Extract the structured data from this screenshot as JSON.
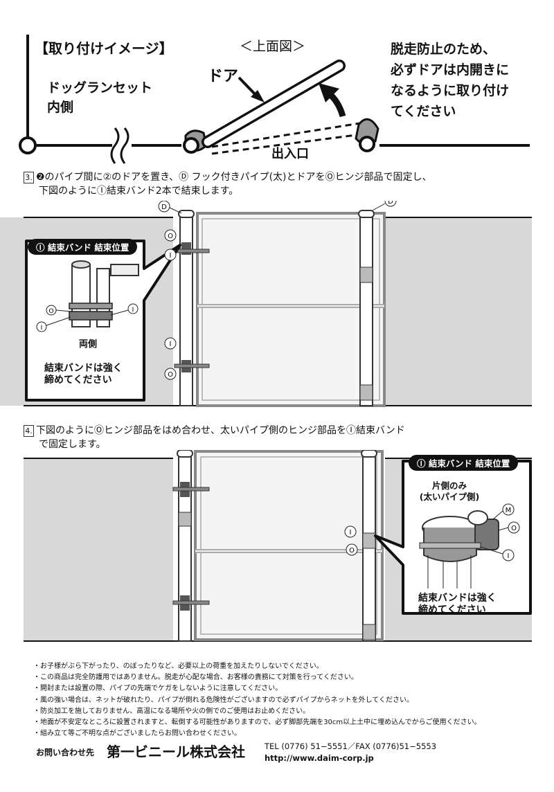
{
  "header": {
    "title": "【取り付けイメージ】",
    "top_view": "＜上面図＞",
    "door_label": "ドア",
    "inside_label_line1": "ドッグランセット",
    "inside_label_line2": "内側",
    "entrance_label": "出入口",
    "warning_lines": [
      "脱走防止のため、",
      "必ずドアは内開きに",
      "なるように取り付け",
      "てください"
    ]
  },
  "step3": {
    "number": "3.",
    "line1": "❷のパイプ間に②のドアを置き、Ⓓ フック付きパイプ(太)とドアをⓄヒンジ部品で固定し、",
    "line2": "下図のようにⒾ結束バンド2本で結束します。",
    "callout_title": "Ⓘ 結束バンド  結束位置",
    "both_sides": "両側",
    "tighten_line1": "結束バンドは強く",
    "tighten_line2": "締めてください",
    "labels": {
      "D": "D",
      "O": "O",
      "I": "I"
    }
  },
  "step4": {
    "number": "4.",
    "line1": "下図のようにⓄヒンジ部品をはめ合わせ、太いパイプ側のヒンジ部品をⒾ結束バンド",
    "line2": "で固定します。",
    "callout_title": "Ⓘ 結束バンド  結束位置",
    "one_side_line1": "片側のみ",
    "one_side_line2": "(太いパイプ側)",
    "tighten_line1": "結束バンドは強く",
    "tighten_line2": "締めてください",
    "labels": {
      "M": "M",
      "O": "O",
      "I": "I"
    }
  },
  "notes": [
    "・お子様がぶら下がったり、のぼったりなど、必要以上の荷重を加えたりしないでください。",
    "・この商品は完全防護用ではありません。脱走が心配な場合、お客様の責務にて対策を行ってください。",
    "・開封または設置の際、パイプの先端でケガをしないように注意してください。",
    "・風の強い場合は、ネットが破れたり、パイプが倒れる危険性がございますので必ずパイプからネットを外してください。",
    "・防炎加工を施しておりません、高温になる場所や火の側でのご使用はお止めください。",
    "・地面が不安定なところに設置されますと、転倒する可能性がありますので、必ず脚部先端を30cm以上土中に埋め込んでからご使用ください。",
    "・組み立て等ご不明な点がございましたらお問い合わせください。"
  ],
  "footer": {
    "contact_label": "お問い合わせ先",
    "company": "第一ビニール株式会社",
    "tel_fax": "TEL (0776) 51−5551／FAX (0776)51−5553",
    "url": "http://www.daim-corp.jp"
  },
  "colors": {
    "ground": "#d8d8d8",
    "pipe_dark": "#555555",
    "band": "#777777",
    "panel": "#f4f4f4"
  }
}
